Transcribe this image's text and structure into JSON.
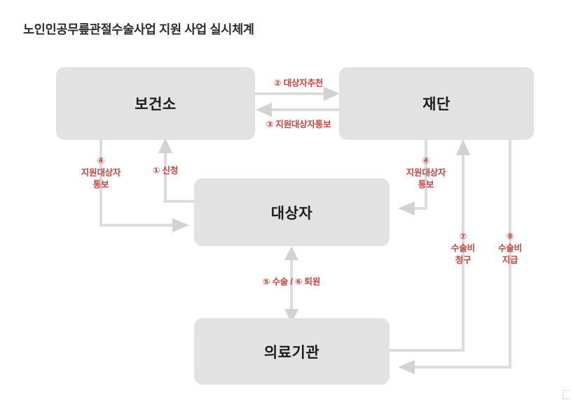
{
  "title": "노인인공무릎관절수술사업 지원 사업 실시체계",
  "colors": {
    "node_fill": "#e2e2e2",
    "node_text": "#1c1c1c",
    "connector": "#dcdcdc",
    "label_red": "#c4453f",
    "background": "#ffffff"
  },
  "nodes": [
    {
      "id": "health-center",
      "label": "보건소"
    },
    {
      "id": "foundation",
      "label": "재단"
    },
    {
      "id": "subject",
      "label": "대상자"
    },
    {
      "id": "medical-institution",
      "label": "의료기관"
    }
  ],
  "edges": [
    {
      "id": "step-1",
      "marker": "①",
      "text": "신청",
      "label": "① 신청",
      "from": "subject",
      "to": "health-center"
    },
    {
      "id": "step-2",
      "marker": "②",
      "text": "대상자추천",
      "label": "② 대상자추천",
      "from": "health-center",
      "to": "foundation"
    },
    {
      "id": "step-3",
      "marker": "③",
      "text": "지원대상자통보",
      "label": "③ 지원대상자통보",
      "from": "foundation",
      "to": "health-center"
    },
    {
      "id": "step-4-left",
      "marker": "④",
      "line1": "지원대상자",
      "line2": "통보",
      "label": "④ 지원대상자 통보",
      "from": "health-center",
      "to": "subject"
    },
    {
      "id": "step-4-right",
      "marker": "④",
      "line1": "지원대상자",
      "line2": "통보",
      "label": "④ 지원대상자 통보",
      "from": "foundation",
      "to": "subject"
    },
    {
      "id": "step-5-6",
      "label": "⑤ 수술 / ⑥ 퇴원",
      "from": "subject",
      "to": "medical-institution"
    },
    {
      "id": "step-7",
      "marker": "⑦",
      "line1": "수술비",
      "line2": "청구",
      "label": "⑦ 수술비 청구",
      "from": "medical-institution",
      "to": "foundation"
    },
    {
      "id": "step-8",
      "marker": "⑧",
      "line1": "수술비",
      "line2": "지급",
      "label": "⑧ 수술비 지급",
      "from": "foundation",
      "to": "medical-institution"
    }
  ]
}
